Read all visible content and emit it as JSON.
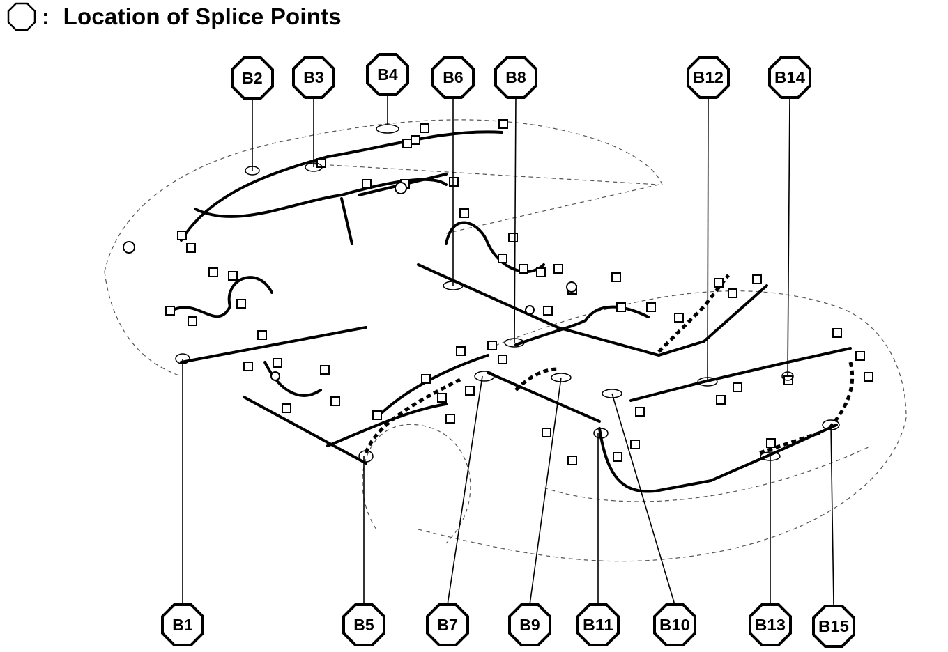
{
  "header": {
    "legend_colon": ":",
    "title": "Location of Splice Points"
  },
  "callouts": {
    "top": [
      "B2",
      "B3",
      "B4",
      "B6",
      "B8",
      "B12",
      "B14"
    ],
    "bottom": [
      "B1",
      "B5",
      "B7",
      "B9",
      "B11",
      "B10",
      "B13",
      "B15"
    ]
  },
  "colors": {
    "ink": "#000000",
    "paper": "#ffffff"
  }
}
